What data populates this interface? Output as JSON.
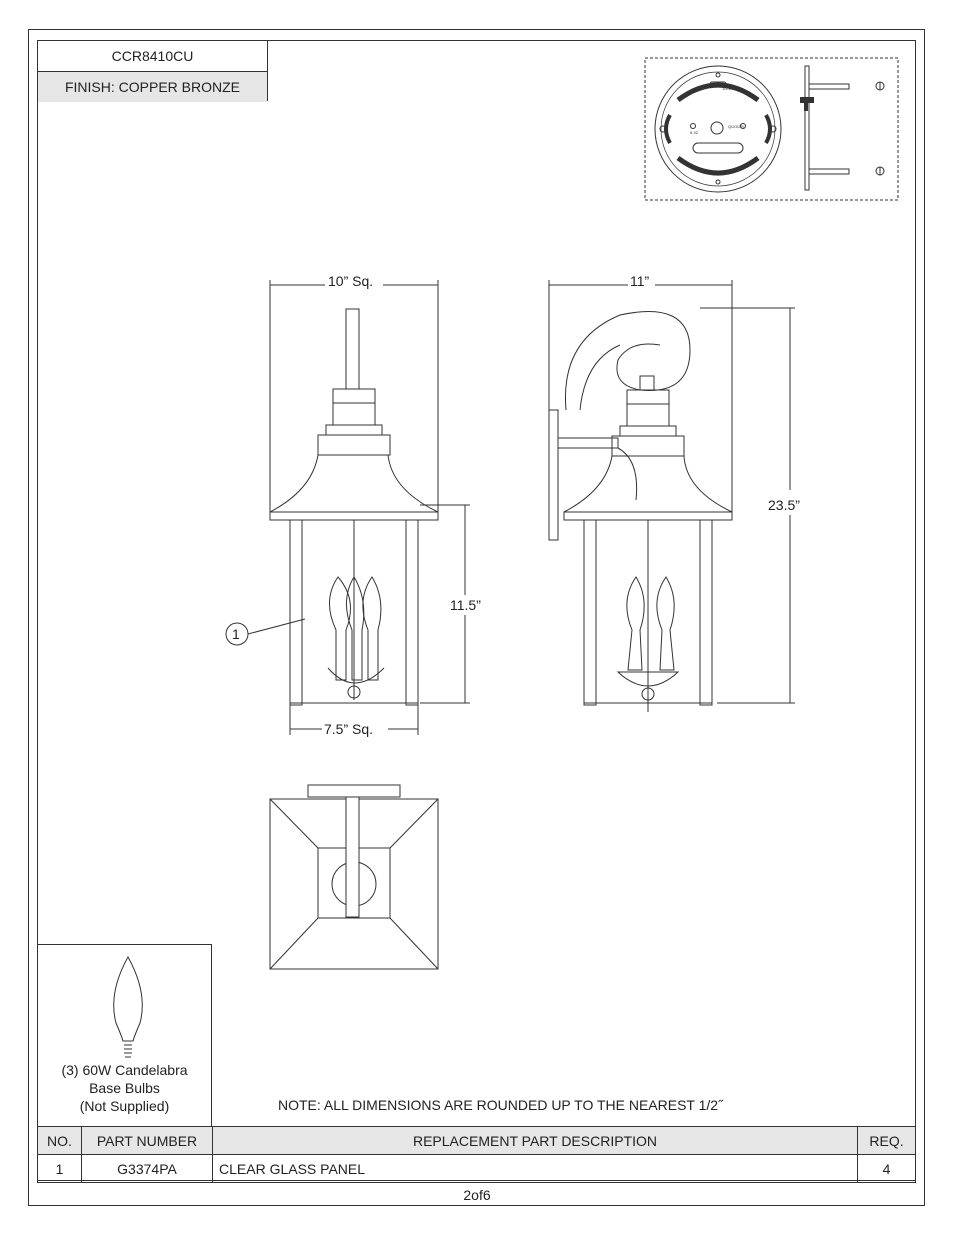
{
  "header": {
    "model": "CCR8410CU",
    "finish": "FINISH: COPPER BRONZE"
  },
  "dimensions": {
    "width_top": "10” Sq.",
    "depth": "11”",
    "height_total": "23.5”",
    "height_body": "11.5”",
    "width_bottom": "7.5” Sq."
  },
  "callout": "1",
  "bracket_text": {
    "brand": "QUOIZEL",
    "small1": "8-32",
    "small2": "1/4-20"
  },
  "bulb": {
    "line1": "(3) 60W Candelabra",
    "line2": "Base Bulbs",
    "line3": "(Not Supplied)"
  },
  "note": "NOTE:  ALL DIMENSIONS ARE ROUNDED UP TO THE NEAREST  1/2˝",
  "parts_table": {
    "headers": {
      "no": "NO.",
      "part": "PART NUMBER",
      "desc": "REPLACEMENT PART DESCRIPTION",
      "req": "REQ."
    },
    "rows": [
      {
        "no": "1",
        "part": "G3374PA",
        "desc": "CLEAR GLASS PANEL",
        "req": "4"
      }
    ]
  },
  "page": "2of6"
}
